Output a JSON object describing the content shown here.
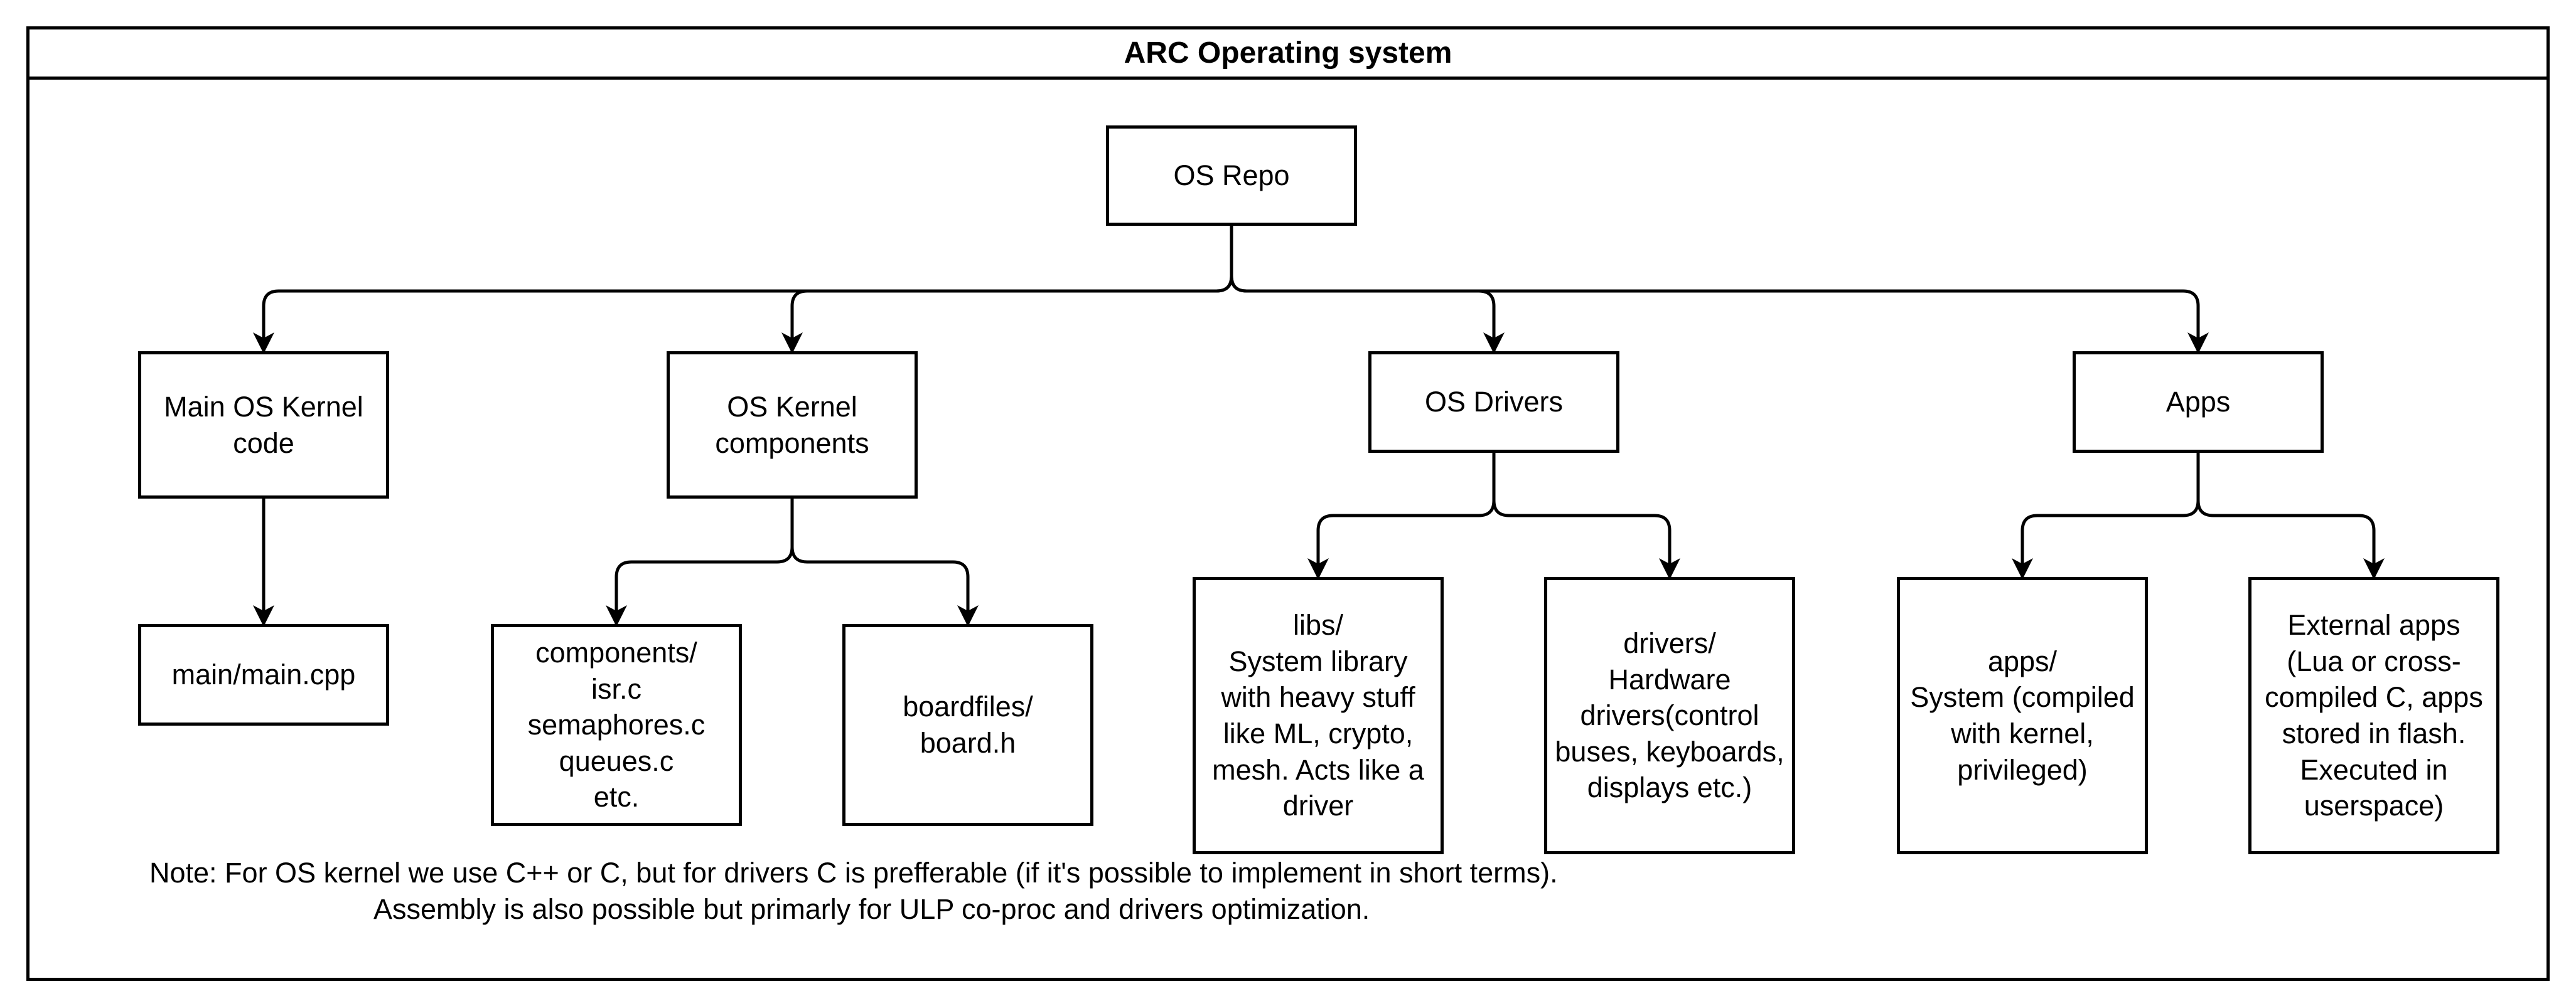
{
  "diagram": {
    "title": "ARC Operating system",
    "nodes": {
      "os_repo": "OS Repo",
      "main_kernel": "Main OS Kernel\ncode",
      "kernel_components": "OS Kernel\ncomponents",
      "os_drivers": "OS Drivers",
      "apps": "Apps",
      "main_cpp": "main/main.cpp",
      "components_files": "components/\nisr.c\nsemaphores.c\nqueues.c\netc.",
      "boardfiles": "boardfiles/\nboard.h",
      "libs": "libs/\nSystem library\nwith heavy stuff\nlike ML, crypto,\nmesh. Acts like a\ndriver",
      "drivers_dir": "drivers/\nHardware\ndrivers(control\nbuses, keyboards,\ndisplays etc.)",
      "apps_system": "apps/\nSystem (compiled\nwith kernel,\nprivileged)",
      "external_apps": "External apps\n(Lua or cross-\ncompiled C, apps\nstored in flash.\nExecuted in\nuserspace)"
    },
    "edges": [
      {
        "from": "OS Repo",
        "to": "Main OS Kernel code"
      },
      {
        "from": "OS Repo",
        "to": "OS Kernel components"
      },
      {
        "from": "OS Repo",
        "to": "OS Drivers"
      },
      {
        "from": "OS Repo",
        "to": "Apps"
      },
      {
        "from": "Main OS Kernel code",
        "to": "main/main.cpp"
      },
      {
        "from": "OS Kernel components",
        "to": "components/"
      },
      {
        "from": "OS Kernel components",
        "to": "boardfiles/"
      },
      {
        "from": "OS Drivers",
        "to": "libs/"
      },
      {
        "from": "OS Drivers",
        "to": "drivers/"
      },
      {
        "from": "Apps",
        "to": "apps/"
      },
      {
        "from": "Apps",
        "to": "External apps"
      }
    ],
    "note_line1": "Note: For OS kernel we use C++ or C, but for drivers C is prefferable (if it's possible to implement in short terms).",
    "note_line2": "Assembly is also possible but primarly for ULP co-proc and drivers optimization."
  }
}
